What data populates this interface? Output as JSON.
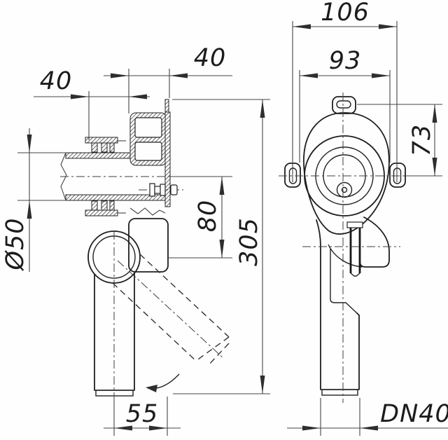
{
  "drawing": {
    "background": "#fefefe",
    "line_color": "#1e1e1e",
    "dim_color": "#3c3c3c",
    "dimensions": {
      "inlet_insertion_depth": {
        "label": "40"
      },
      "bracket_depth": {
        "label": "40"
      },
      "mounting_hole_spacing": {
        "label": "106"
      },
      "body_width": {
        "label": "93"
      },
      "lug_vertical_offset": {
        "label": "73"
      },
      "inlet_to_elbow_axis": {
        "label": "80"
      },
      "overall_height": {
        "label": "305"
      },
      "inlet_diameter": {
        "label": "Ø50"
      },
      "wall_to_outlet_axis": {
        "label": "55"
      },
      "outlet_nominal": {
        "label": "DN40"
      }
    }
  }
}
